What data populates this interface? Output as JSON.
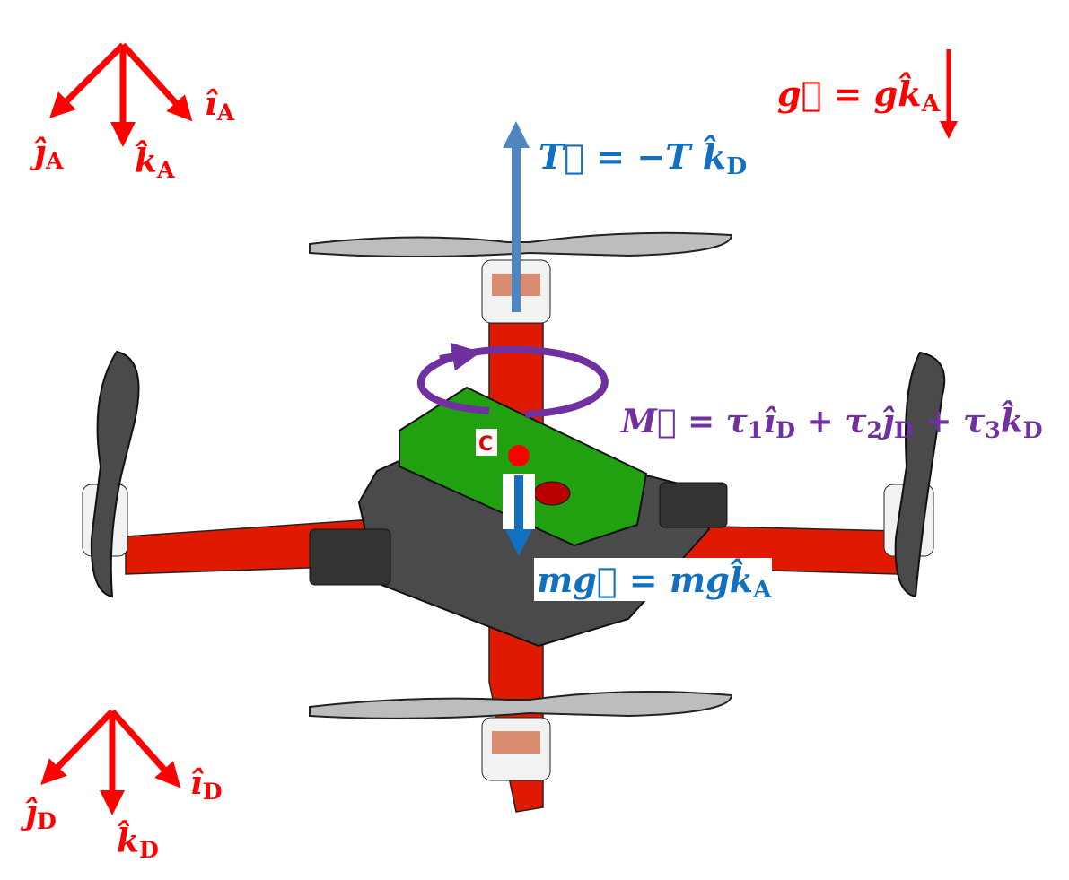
{
  "frame_a": {
    "i": "î",
    "j": "ĵ",
    "k": "k̂",
    "sub": "A"
  },
  "frame_d": {
    "i": "î",
    "j": "ĵ",
    "k": "k̂",
    "sub": "D"
  },
  "gravity": {
    "text": "g⃗ = gk̂",
    "sub": "A"
  },
  "thrust": {
    "text": "T⃗ = −T k̂",
    "sub": "D"
  },
  "moment": {
    "lhs": "M⃗ = τ",
    "s1": "1",
    "t1": "î",
    "d1": "D",
    "p1": " + τ",
    "s2": "2",
    "t2": "ĵ",
    "d2": "D",
    "p2": " + τ",
    "s3": "3",
    "t3": "k̂",
    "d3": "D"
  },
  "center": {
    "label": "C"
  },
  "weight": {
    "text": "mg⃗ = mgk̂",
    "sub": "A"
  },
  "colors": {
    "frame": "#ff0000",
    "thrust": "#4f86c0",
    "weight": "#1270c0",
    "moment": "#7030a0",
    "arm": "#e01a00",
    "body": "#21a010"
  }
}
